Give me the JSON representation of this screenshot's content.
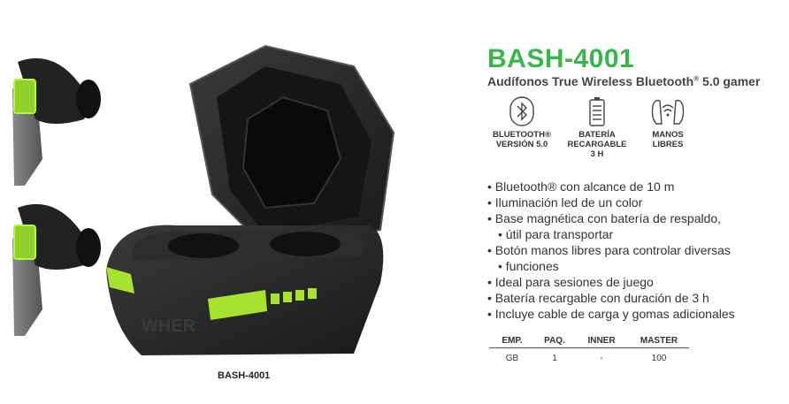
{
  "product": {
    "model": "BASH-4001",
    "subtitle_prefix": "Audífonos True Wireless Bluetooth",
    "subtitle_reg": "®",
    "subtitle_suffix": " 5.0 gamer",
    "caption": "BASH-4001",
    "case_brand": "WHER"
  },
  "features": [
    {
      "icon": "bluetooth-icon",
      "line1": "BLUETOOTH®",
      "line2": "VERSIÓN 5.0",
      "line3": ""
    },
    {
      "icon": "battery-icon",
      "line1": "BATERÍA",
      "line2": "RECARGABLE",
      "line3": "3 H"
    },
    {
      "icon": "hands-free-icon",
      "line1": "MANOS",
      "line2": "LIBRES",
      "line3": ""
    }
  ],
  "specs": [
    "Bluetooth® con alcance de 10 m",
    "Iluminación led de un color",
    "Base magnética con batería de respaldo,",
    "útil para transportar",
    "Botón manos libres para controlar diversas",
    "funciones",
    "Ideal para sesiones de juego",
    "Batería recargable con duración de 3 h",
    "Incluye cable de carga y gomas adicionales"
  ],
  "packing": {
    "headers": [
      "EMP.",
      "PAQ.",
      "INNER",
      "MASTER"
    ],
    "row": [
      "GB",
      "1",
      "-",
      "100"
    ]
  },
  "colors": {
    "accent": "#39b54a",
    "neon": "#a6e22e",
    "dark": "#2b2b2b"
  }
}
